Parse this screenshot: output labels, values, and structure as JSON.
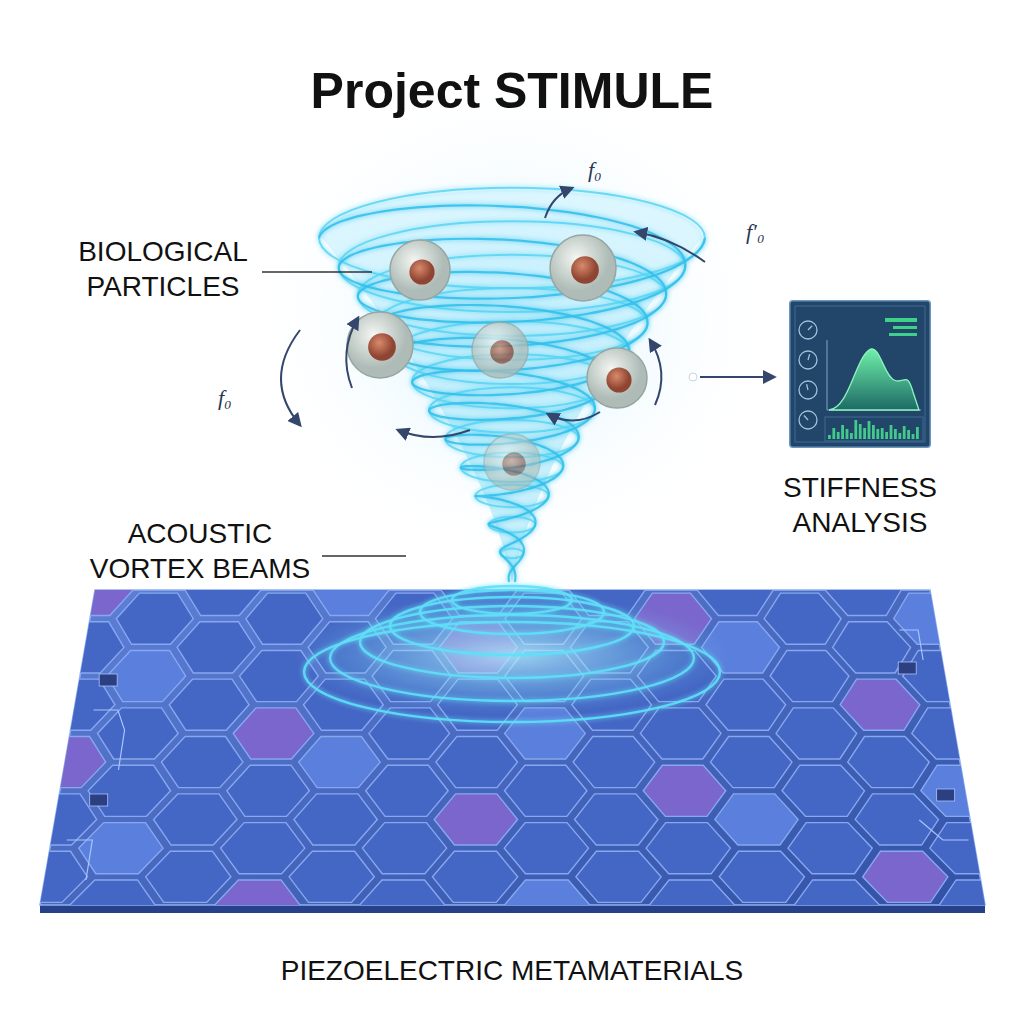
{
  "diagram": {
    "title": "Project STIMULE",
    "nodes": [
      {
        "text": [
          "STIFFNESS ANALYSIS"
        ]
      },
      {
        "text": [
          "PIEZOELECTRIC METAMATERIALS"
        ]
      }
    ],
    "labels": [
      "f₀",
      "BIOLOGICAL PARTICLES",
      "f′₀",
      "f₀",
      "ACOUSTIC VORTEX BEAMS"
    ]
  }
}
